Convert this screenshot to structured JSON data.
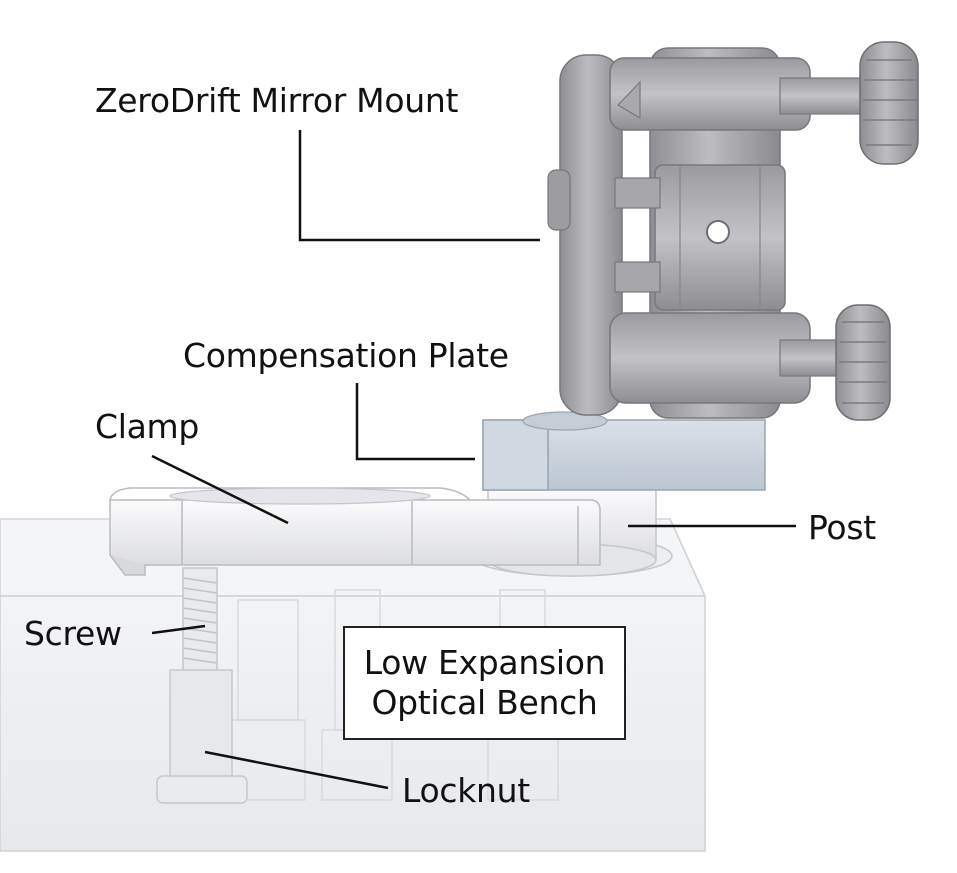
{
  "labels": {
    "mirror_mount": "ZeroDrift Mirror Mount",
    "compensation_plate": "Compensation Plate",
    "clamp": "Clamp",
    "post": "Post",
    "screw": "Screw",
    "locknut": "Locknut",
    "bench_line1": "Low Expansion",
    "bench_line2": "Optical Bench"
  },
  "colors": {
    "mount_gray": "#a9a9ad",
    "plate_blue": "#c9d2dc",
    "clamp_white": "#f2f2f4",
    "bench_glass": "#ebedf1",
    "leader_line": "#111111"
  }
}
